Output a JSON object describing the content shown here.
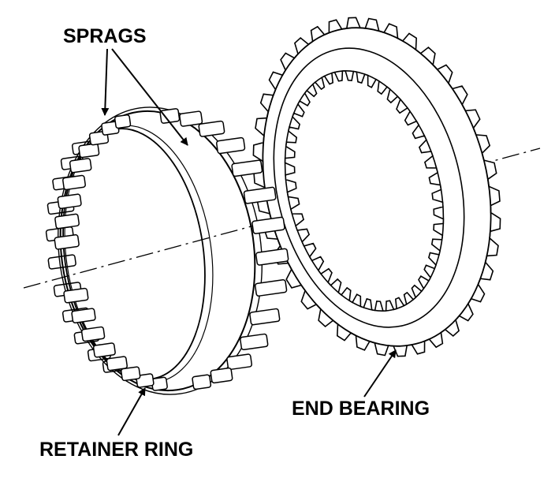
{
  "labels": {
    "sprags": "SPRAGS",
    "end_bearing": "END BEARING",
    "retainer_ring": "RETAINER RING"
  },
  "colors": {
    "ink": "#000000",
    "paper": "#ffffff"
  }
}
